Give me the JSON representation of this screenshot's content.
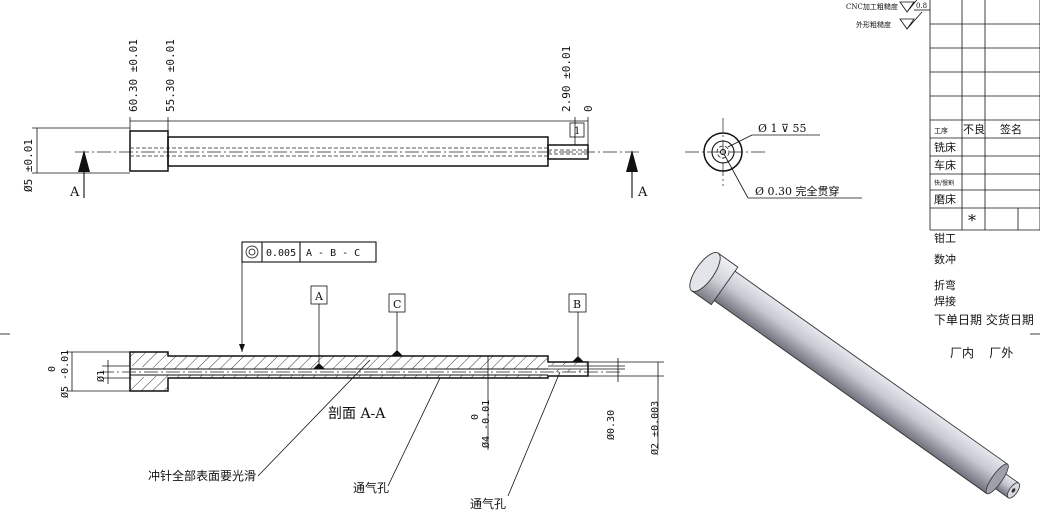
{
  "roughness": {
    "cnc_label": "CNC加工粗糙度",
    "cnc_value": "0.8",
    "outer_label": "外形粗糙度"
  },
  "front_view": {
    "dims_top": [
      "60.30 ±0.01",
      "55.30 ±0.01",
      "2.90 ±0.01",
      "0"
    ],
    "tip_label": "1",
    "left_dia": "Ø5 ±0.01",
    "section_mark_left": "A",
    "section_mark_right": "A"
  },
  "end_view": {
    "hole_note": "Ø 1 ⊽ 55",
    "through_note": "Ø 0.30 完全贯穿"
  },
  "section_view": {
    "gdt_value": "0.005",
    "gdt_datums": "A - B - C",
    "datum_a": "A",
    "datum_b": "B",
    "datum_c": "C",
    "title": "剖面 A-A",
    "dia_left_top": "0",
    "dia_left_bot": "Ø5 -0.01",
    "dia_bore": "Ø1",
    "dia_mid_top": "0",
    "dia_mid_bot": "Ø4 -0.01",
    "dia_vent": "Ø0.30",
    "dia_tip": "Ø2 ±0.003",
    "note_surface": "冲针全部表面要光滑",
    "note_vent1": "通气孔",
    "note_vent2": "通气孔"
  },
  "process_table": {
    "header": [
      "工序",
      "不良",
      "签名"
    ],
    "rows": [
      "铣床",
      "车床",
      "快/慢割",
      "磨床"
    ],
    "grinding_mark": "*",
    "extra": [
      "钳工",
      "数冲",
      "折弯",
      "焊接"
    ],
    "dates": "下单日期 交货日期",
    "factory": "厂内    厂外"
  }
}
